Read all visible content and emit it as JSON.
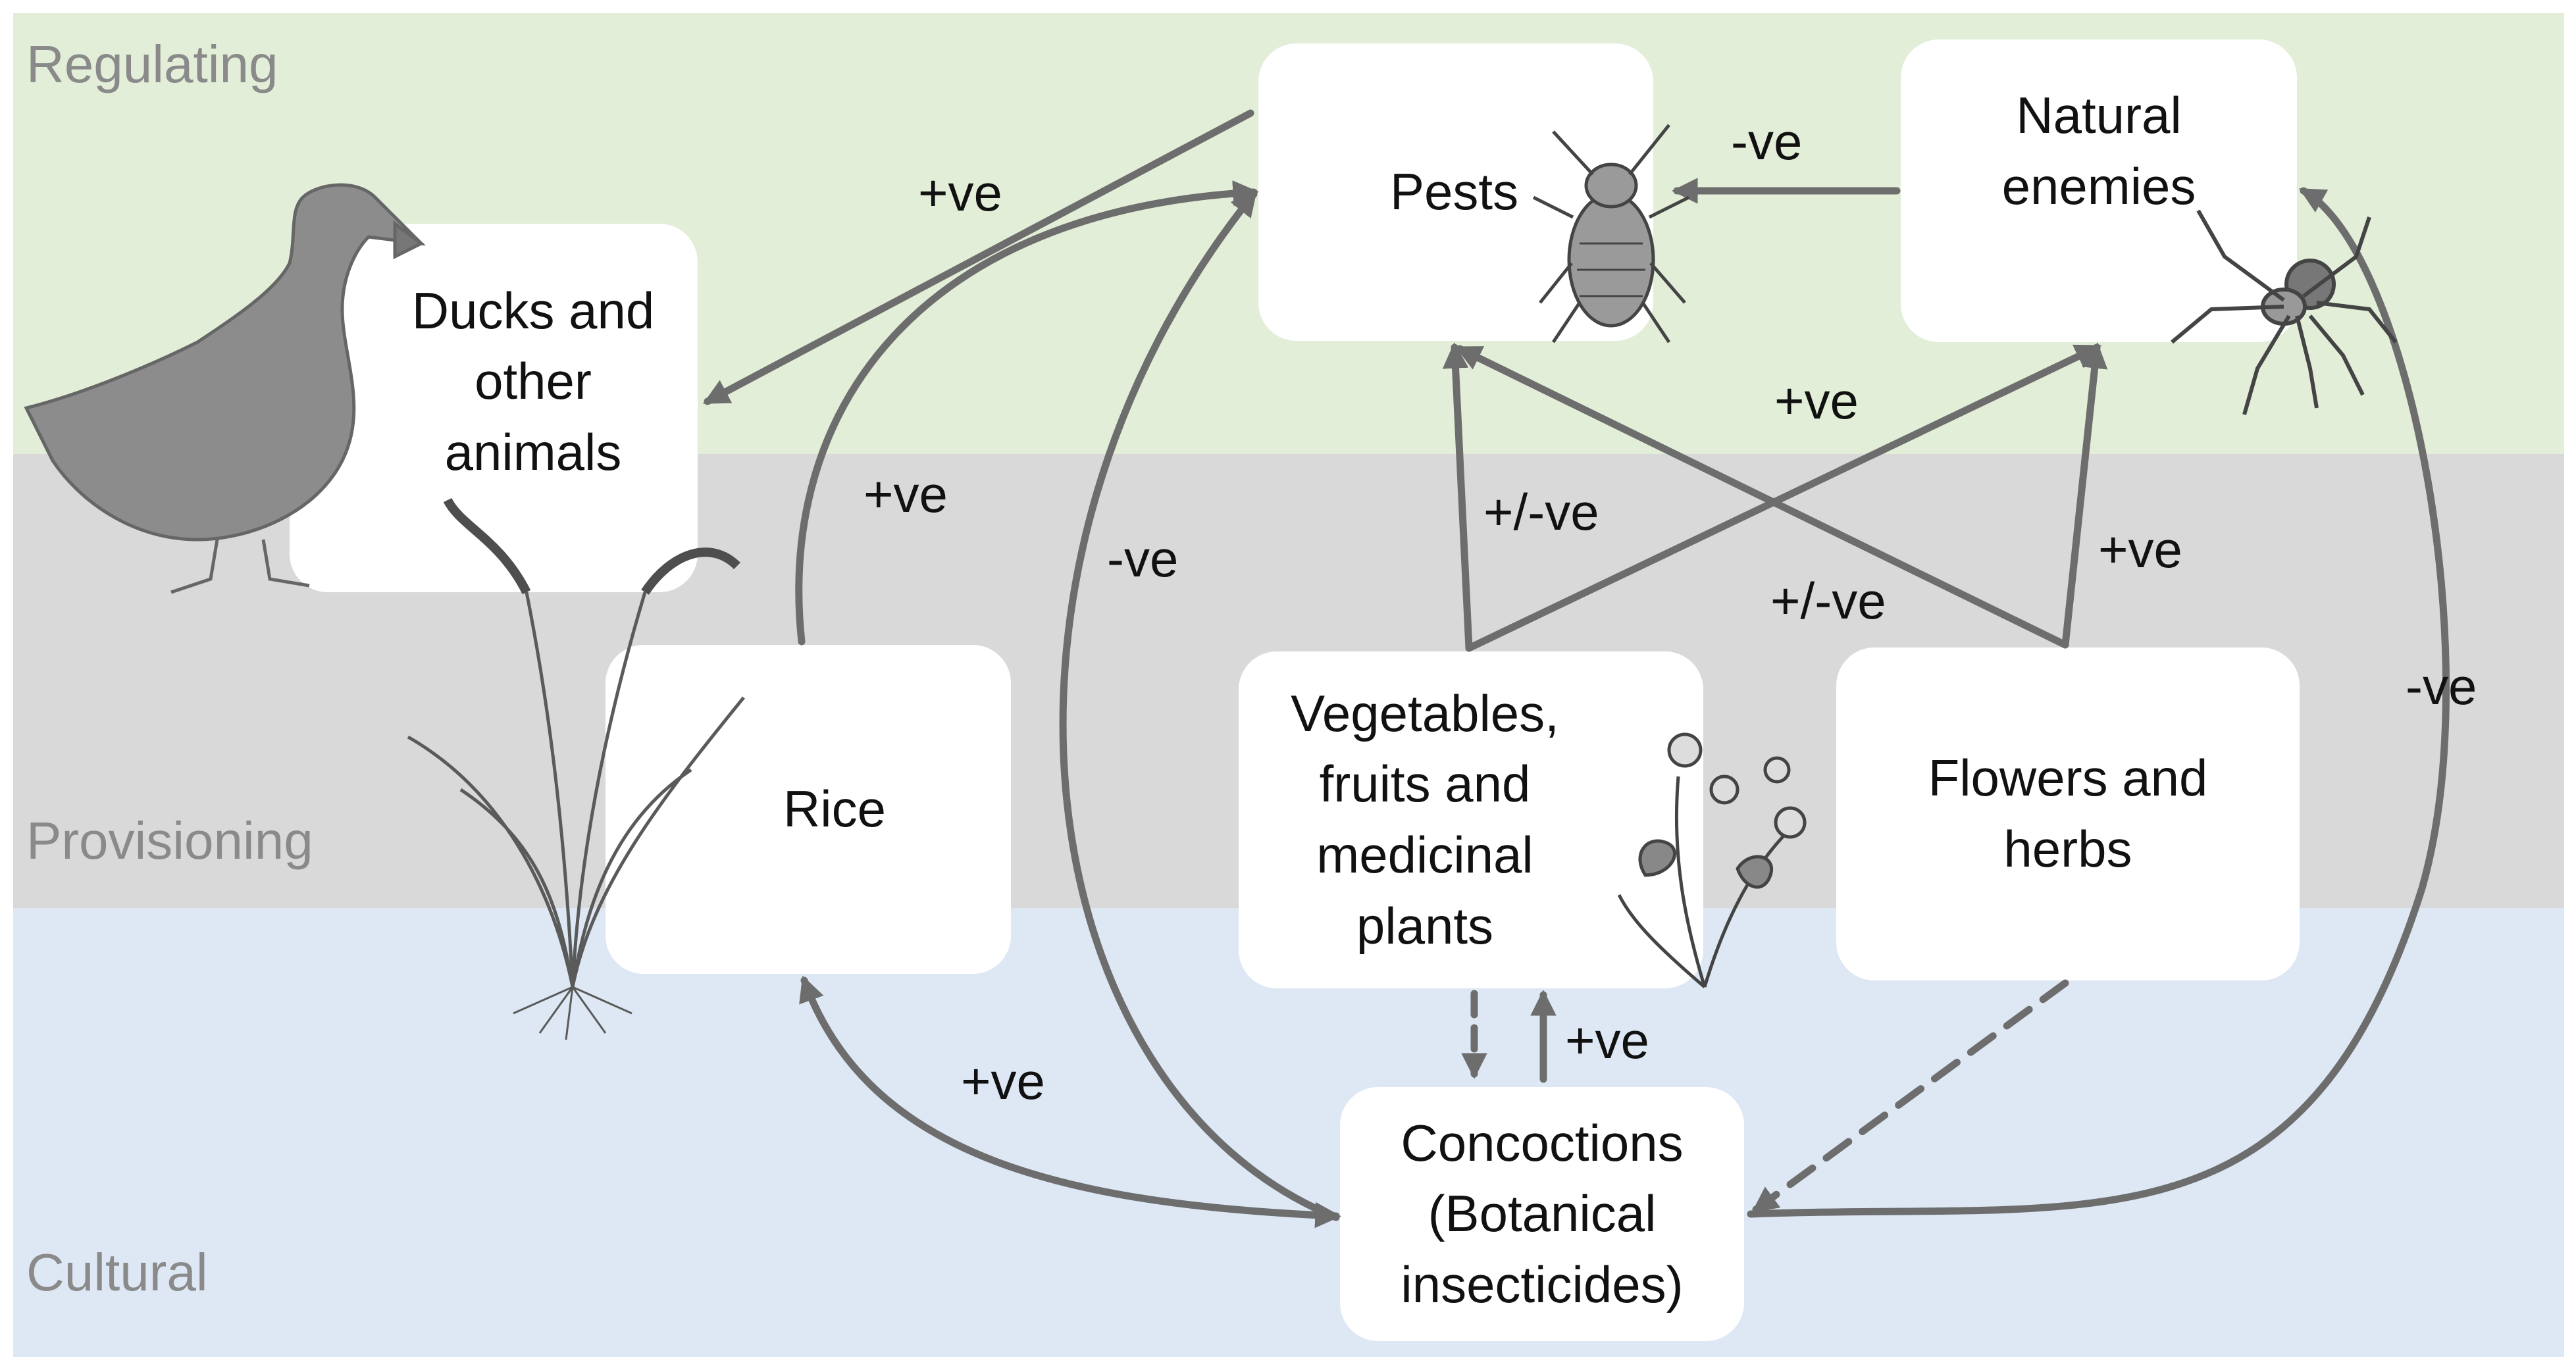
{
  "bands": {
    "regulating": "Regulating",
    "provisioning": "Provisioning",
    "cultural": "Cultural"
  },
  "nodes": {
    "pests": "Pests",
    "natural_enemies": "Natural\nenemies",
    "ducks": "Ducks and\nother\nanimals",
    "rice": "Rice",
    "vegetables": "Vegetables,\nfruits and\nmedicinal\nplants",
    "flowers": "Flowers and\nherbs",
    "concoctions": "Concoctions\n(Botanical\ninsecticides)"
  },
  "edge_labels": {
    "pests_to_ducks": "+ve",
    "enemies_to_pests": "-ve",
    "rice_to_pests": "+ve",
    "concoctions_to_pests": "-ve",
    "veg_to_pests": "+/-ve",
    "veg_to_enemies": "+ve",
    "flowers_to_pests": "+/-ve",
    "flowers_to_enemies": "+ve",
    "concoctions_to_enemies": "-ve",
    "concoctions_rice": "+ve",
    "concoctions_to_veg": "+ve"
  },
  "colors": {
    "regulating_band": "#e2eed7",
    "provisioning_band": "#d9d9d9",
    "cultural_band": "#dde8f4",
    "arrow": "#6d6d6d",
    "illustration": "#8c8c8c"
  }
}
